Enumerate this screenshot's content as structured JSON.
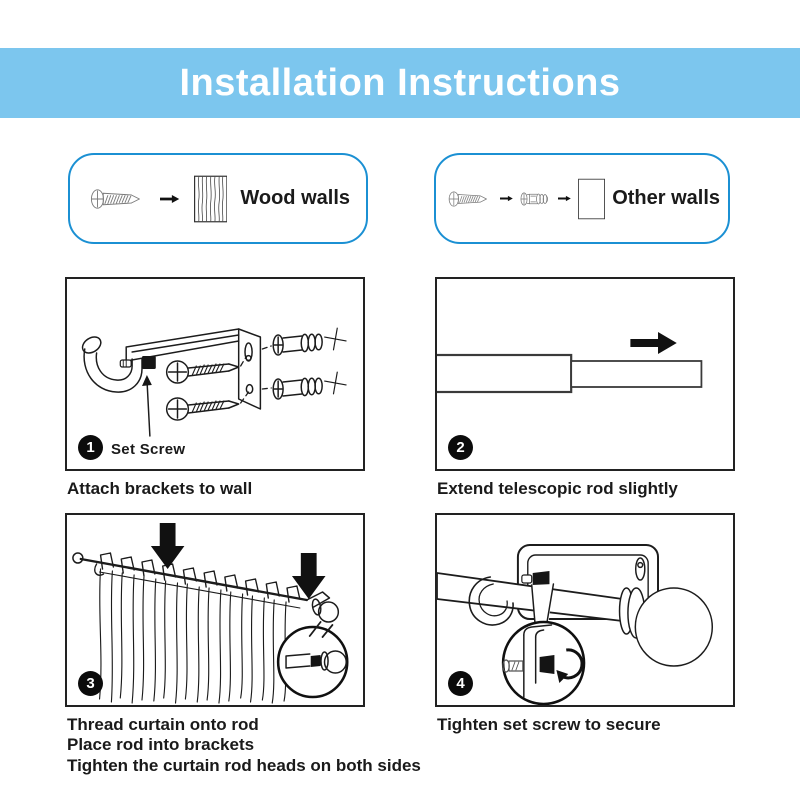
{
  "header": {
    "title": "Installation Instructions"
  },
  "colors": {
    "banner_bg": "#7cc6ee",
    "banner_text": "#ffffff",
    "legend_border": "#1b90d3",
    "panel_border": "#222222",
    "line_art": "#1c1c1c",
    "hardware_gray": "#7a7a7a",
    "badge_bg": "#0b0b0b"
  },
  "wall_types": {
    "wood": {
      "label": "Wood walls",
      "icons": [
        "screw-icon",
        "arrow-right-icon",
        "wood-texture-icon"
      ]
    },
    "other": {
      "label": "Other walls",
      "icons": [
        "screw-icon",
        "arrow-right-icon",
        "wall-anchor-icon",
        "arrow-right-icon",
        "plain-wall-icon"
      ]
    }
  },
  "steps": [
    {
      "number": "1",
      "annotation": "Set Screw",
      "caption_lines": [
        "Attach brackets to wall"
      ]
    },
    {
      "number": "2",
      "caption_lines": [
        "Extend telescopic rod slightly"
      ]
    },
    {
      "number": "3",
      "caption_lines": [
        "Thread curtain onto rod",
        "Place rod into brackets",
        "Tighten the curtain rod heads on both sides"
      ]
    },
    {
      "number": "4",
      "caption_lines": [
        "Tighten set screw to secure"
      ]
    }
  ]
}
